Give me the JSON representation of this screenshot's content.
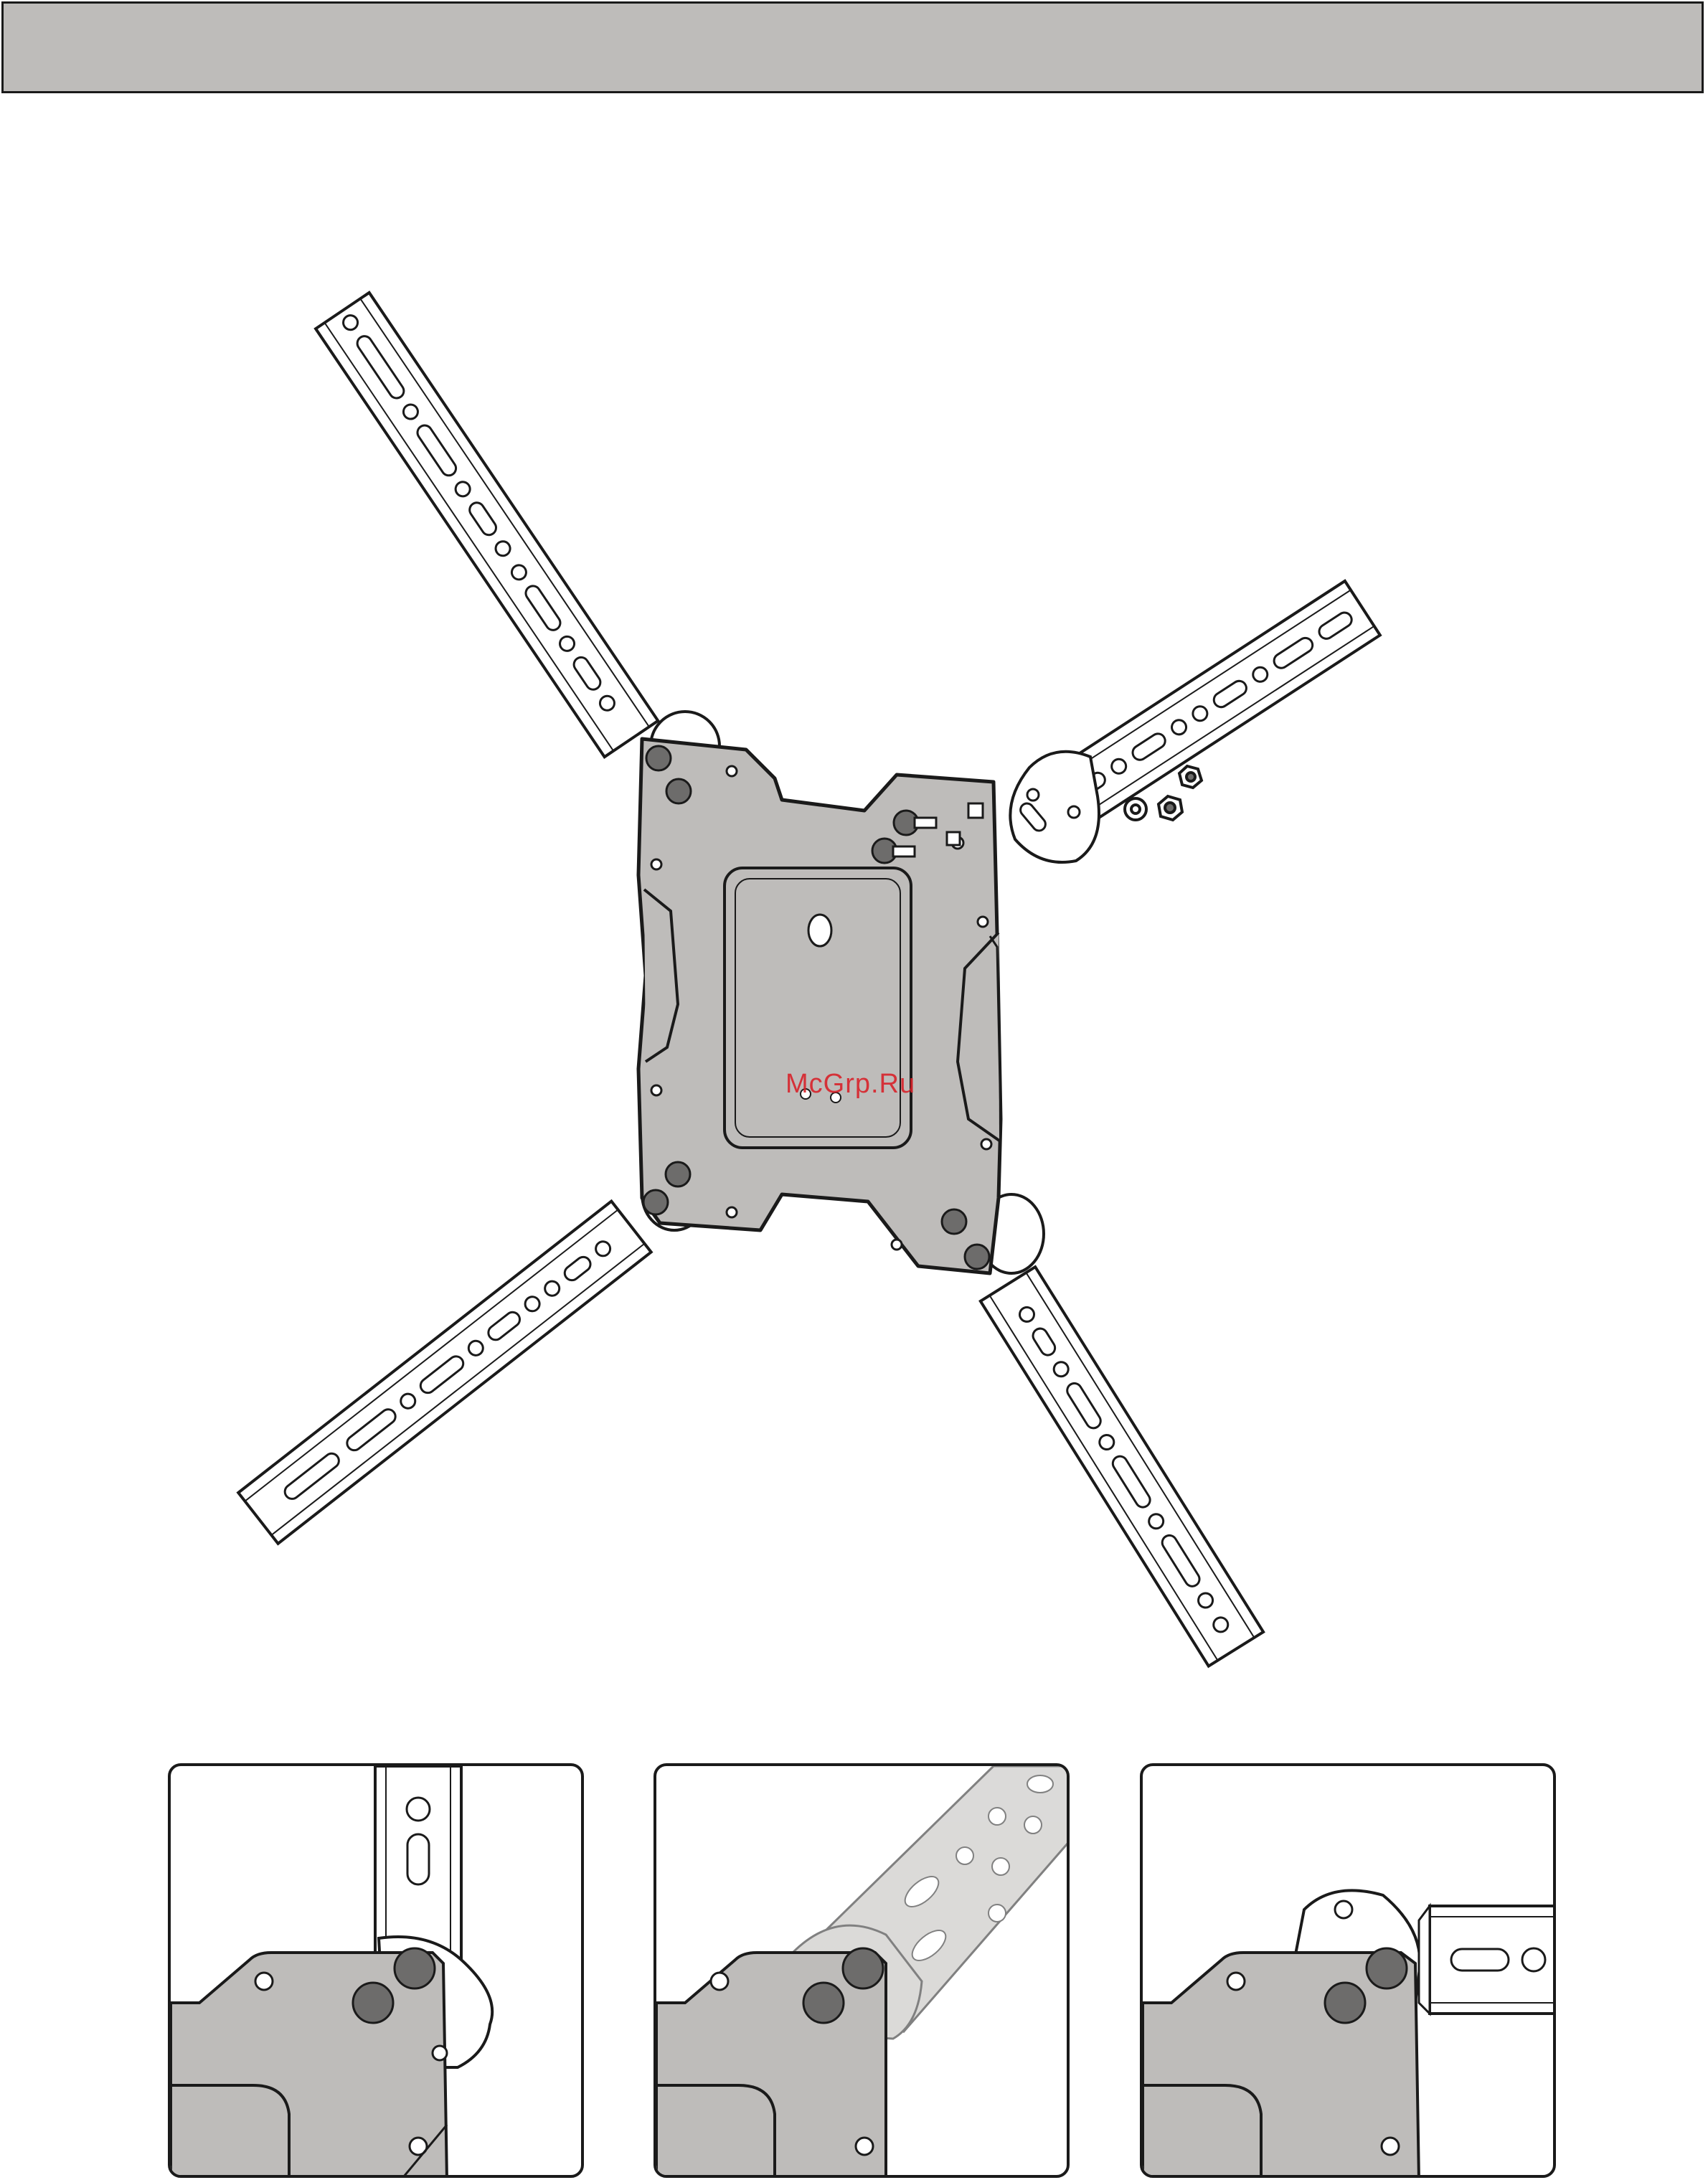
{
  "header": {
    "title": ""
  },
  "watermark": {
    "text": "McGrp.Ru",
    "color": "#d8222a"
  },
  "colors": {
    "plate": "#bebcba",
    "line": "#1a1a1a",
    "knob": "#6d6c6b",
    "header": "#bebcba"
  },
  "figure": {
    "plate": {
      "label": "mounting-plate"
    },
    "arms": [
      "arm-top-left",
      "arm-top-right",
      "arm-bottom-left",
      "arm-bottom-right"
    ],
    "hardware": [
      "washer",
      "lock-nut",
      "lock-nut"
    ]
  },
  "details": [
    {
      "name": "detail-panel-1",
      "state": "arm-vertical"
    },
    {
      "name": "detail-panel-2",
      "state": "arm-rotating"
    },
    {
      "name": "detail-panel-3",
      "state": "arm-horizontal"
    }
  ]
}
